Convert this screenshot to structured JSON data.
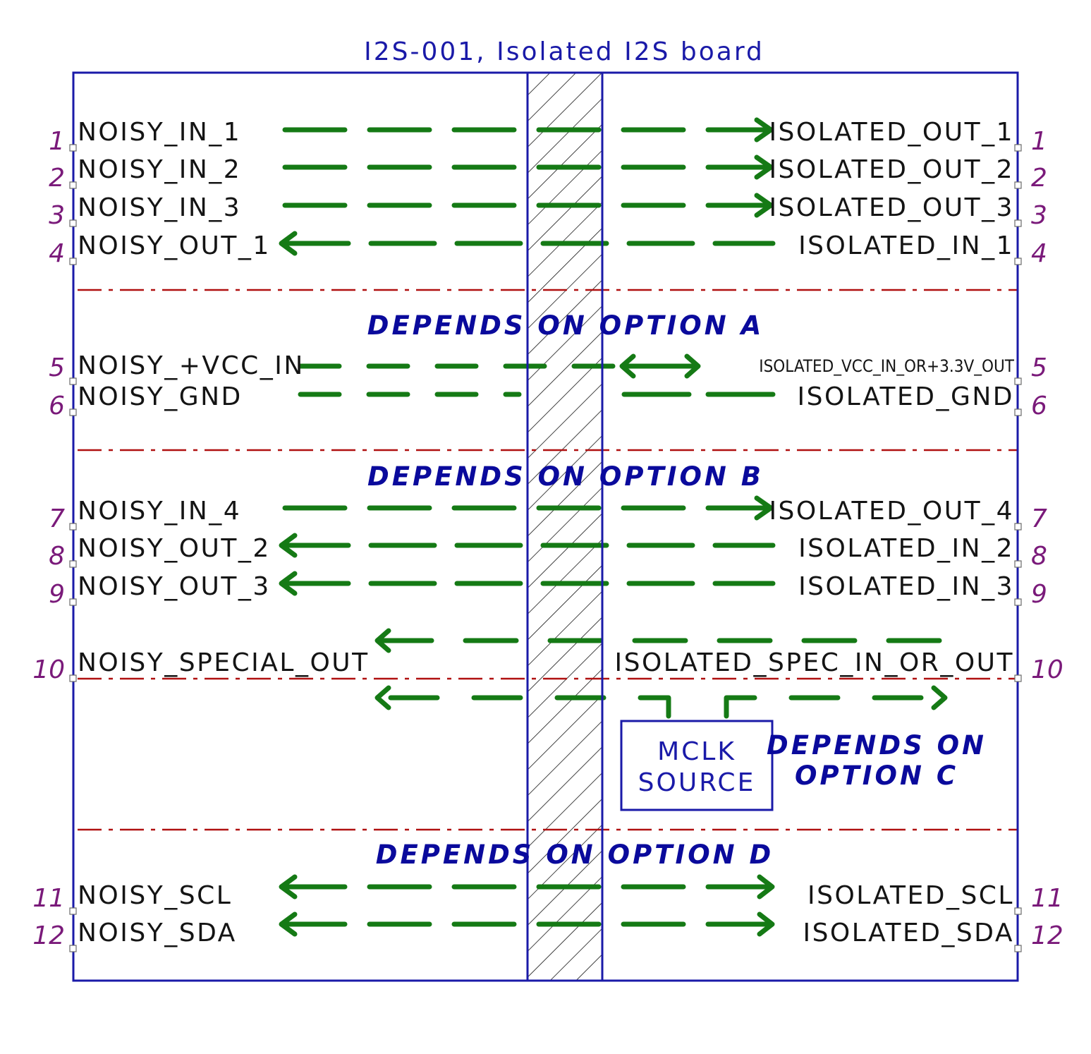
{
  "title": "I2S-001, Isolated I2S board",
  "colors": {
    "border": "#1a1aa8",
    "signal": "#157a15",
    "separator": "#b01010",
    "pin_number": "#7a1a7a",
    "pin_label": "#141414",
    "option_label": "#0a0a9c"
  },
  "pins_left": [
    {
      "num": "1",
      "label": "NOISY_IN_1"
    },
    {
      "num": "2",
      "label": "NOISY_IN_2"
    },
    {
      "num": "3",
      "label": "NOISY_IN_3"
    },
    {
      "num": "4",
      "label": "NOISY_OUT_1"
    },
    {
      "num": "5",
      "label": "NOISY_+VCC_IN"
    },
    {
      "num": "6",
      "label": "NOISY_GND"
    },
    {
      "num": "7",
      "label": "NOISY_IN_4"
    },
    {
      "num": "8",
      "label": "NOISY_OUT_2"
    },
    {
      "num": "9",
      "label": "NOISY_OUT_3"
    },
    {
      "num": "10",
      "label": "NOISY_SPECIAL_OUT"
    },
    {
      "num": "11",
      "label": "NOISY_SCL"
    },
    {
      "num": "12",
      "label": "NOISY_SDA"
    }
  ],
  "pins_right": [
    {
      "num": "1",
      "label": "ISOLATED_OUT_1"
    },
    {
      "num": "2",
      "label": "ISOLATED_OUT_2"
    },
    {
      "num": "3",
      "label": "ISOLATED_OUT_3"
    },
    {
      "num": "4",
      "label": "ISOLATED_IN_1"
    },
    {
      "num": "5",
      "label": "ISOLATED_VCC_IN_OR+3.3V_OUT"
    },
    {
      "num": "6",
      "label": "ISOLATED_GND"
    },
    {
      "num": "7",
      "label": "ISOLATED_OUT_4"
    },
    {
      "num": "8",
      "label": "ISOLATED_IN_2"
    },
    {
      "num": "9",
      "label": "ISOLATED_IN_3"
    },
    {
      "num": "10",
      "label": "ISOLATED_SPEC_IN_OR_OUT"
    },
    {
      "num": "11",
      "label": "ISOLATED_SCL"
    },
    {
      "num": "12",
      "label": "ISOLATED_SDA"
    }
  ],
  "options": {
    "a": "DEPENDS ON OPTION A",
    "b": "DEPENDS ON OPTION B",
    "c_line1": "DEPENDS ON",
    "c_line2": "OPTION C",
    "d": "DEPENDS ON OPTION D"
  },
  "mclk": {
    "line1": "MCLK",
    "line2": "SOURCE"
  }
}
